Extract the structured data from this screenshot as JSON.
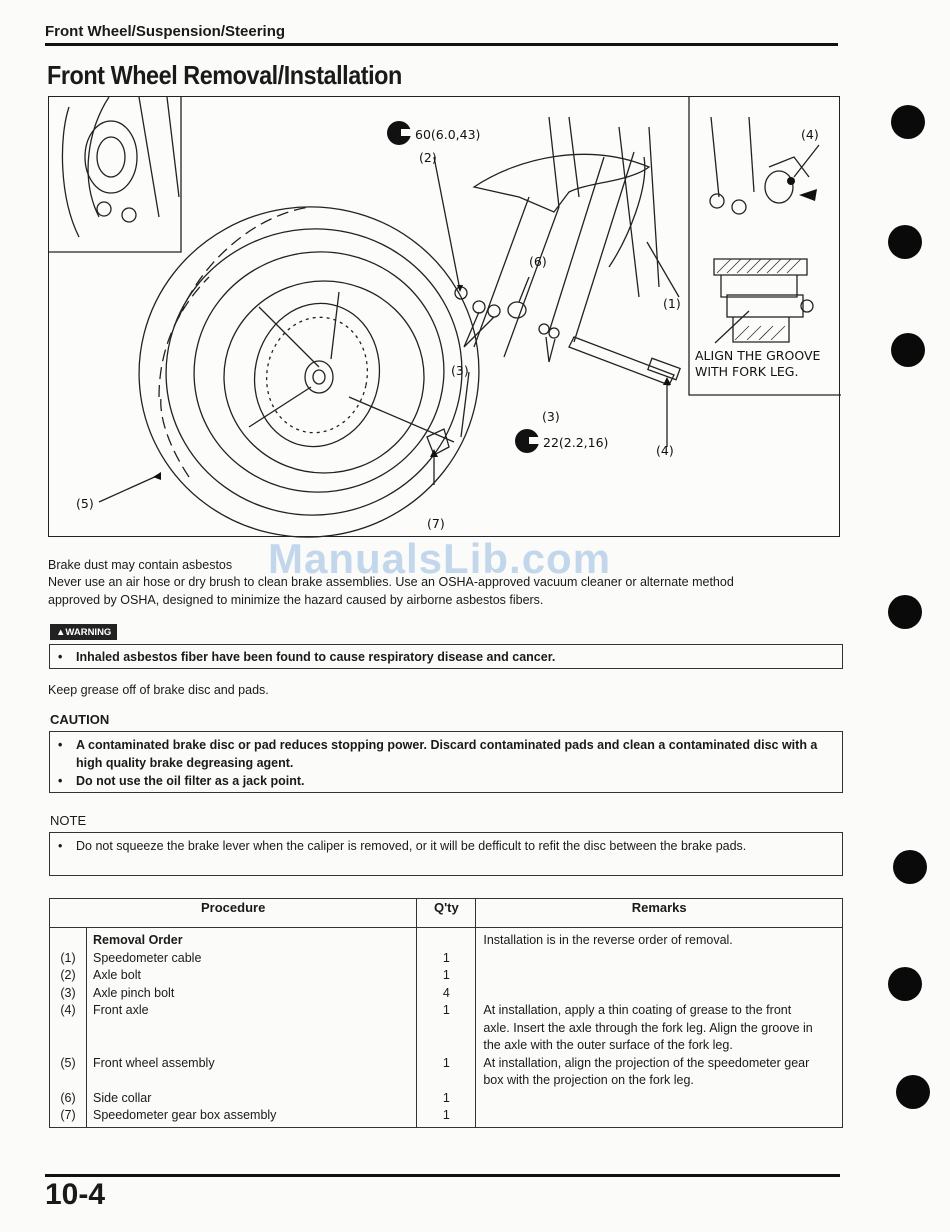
{
  "header": {
    "section": "Front Wheel/Suspension/Steering"
  },
  "title": "Front Wheel Removal/Installation",
  "figure": {
    "torque_1": "60(6.0,43)",
    "torque_2": "22(2.2,16)",
    "callout_2": "(2)",
    "callout_6": "(6)",
    "callout_1": "(1)",
    "callout_3a": "(3)",
    "callout_3b": "(3)",
    "callout_4a": "(4)",
    "callout_4b": "(4)",
    "callout_5": "(5)",
    "callout_7": "(7)",
    "align_1": "ALIGN THE GROOVE",
    "align_2": "WITH FORK LEG."
  },
  "asbestos_text": {
    "line1": "Brake dust may contain asbestos",
    "line2": "Never use an air hose or dry brush to clean brake assemblies. Use an OSHA-approved vacuum cleaner or alternate method",
    "line3": "approved by OSHA, designed to minimize the hazard caused by airborne asbestos fibers."
  },
  "watermark": "ManualsLib.com",
  "warning": {
    "badge": "▲WARNING",
    "items": [
      "Inhaled asbestos fiber have been found to cause respiratory disease and cancer."
    ]
  },
  "grease_note": "Keep grease off of brake disc and pads.",
  "caution": {
    "label": "CAUTION",
    "items": [
      "A contaminated brake disc or pad reduces stopping power. Discard contaminated pads and clean a contaminated disc with a high quality brake degreasing agent.",
      "Do not use the oil filter as a jack point."
    ]
  },
  "note": {
    "label": "NOTE",
    "items": [
      "Do not squeeze the brake lever when the caliper is removed, or it will be defficult to refit the disc between the brake pads."
    ]
  },
  "table": {
    "headers": {
      "procedure": "Procedure",
      "qty": "Q'ty",
      "remarks": "Remarks"
    },
    "order_title": "Removal Order",
    "rows": [
      {
        "num": "(1)",
        "proc": "Speedometer cable",
        "qty": "1"
      },
      {
        "num": "(2)",
        "proc": "Axle bolt",
        "qty": "1"
      },
      {
        "num": "(3)",
        "proc": "Axle pinch bolt",
        "qty": "4"
      },
      {
        "num": "(4)",
        "proc": "Front axle",
        "qty": "1"
      },
      {
        "num": "(5)",
        "proc": "Front wheel assembly",
        "qty": "1"
      },
      {
        "num": "(6)",
        "proc": "Side collar",
        "qty": "1"
      },
      {
        "num": "(7)",
        "proc": "Speedometer gear box assembly",
        "qty": "1"
      }
    ],
    "remarks": {
      "r0": "Installation is in the reverse order of removal.",
      "r4a": "At installation, apply a thin coating of grease to the front",
      "r4b": "axle. Insert the axle through the fork leg. Align the groove in",
      "r4c": "the axle with the outer surface of the fork leg.",
      "r5a": "At installation, align the projection of the speedometer gear",
      "r5b": "box with the projection on the fork leg."
    }
  },
  "page_number": "10-4"
}
